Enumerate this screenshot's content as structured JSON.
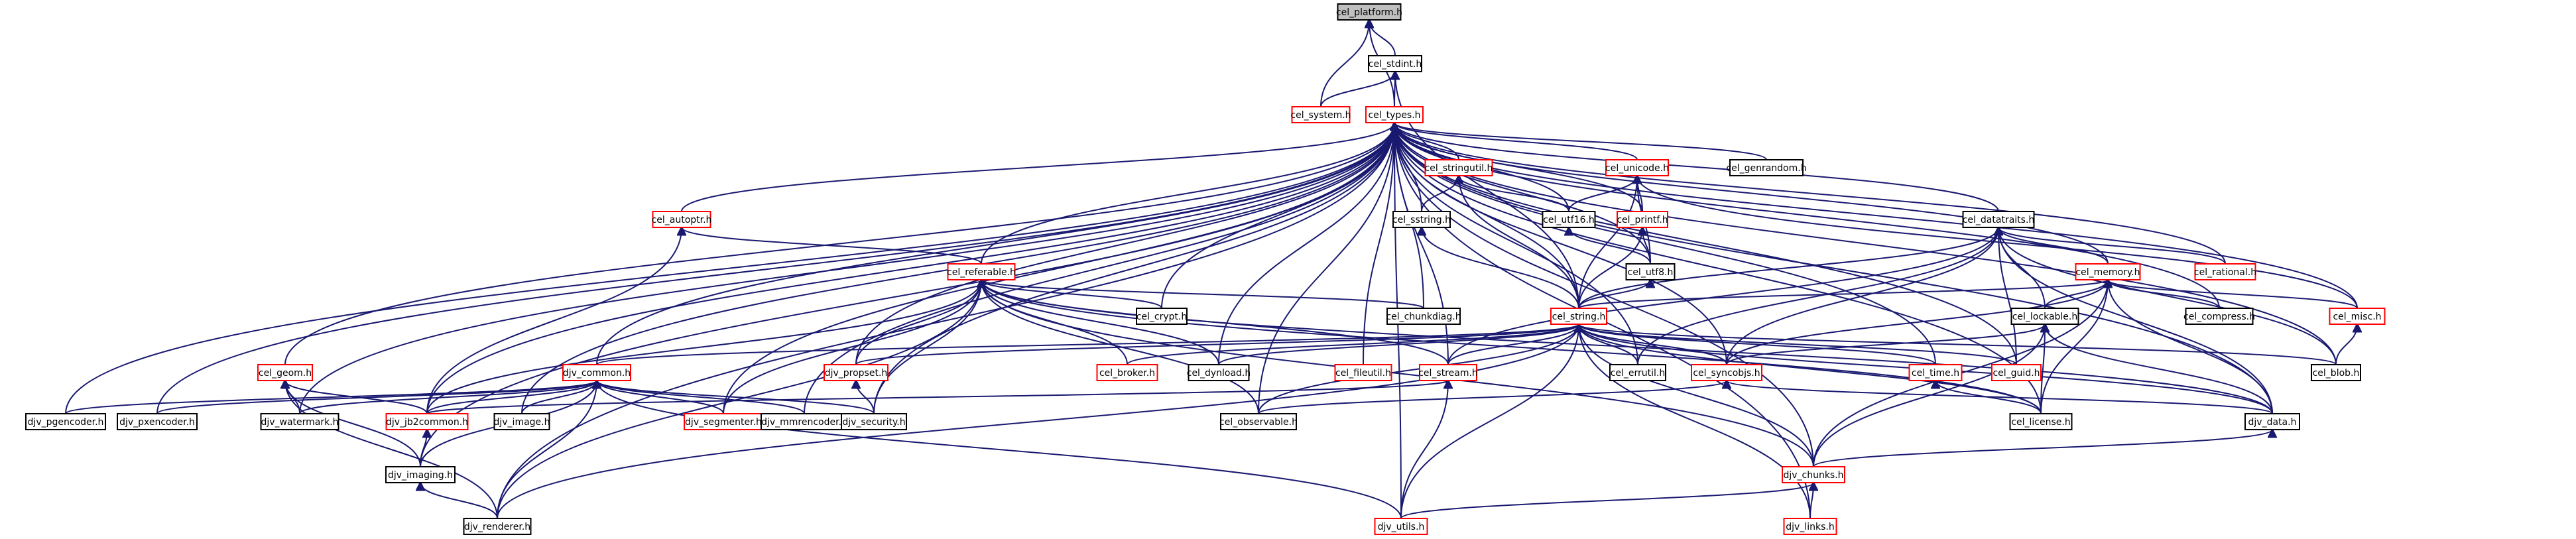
{
  "diagram": {
    "colors": {
      "edge": "#191970",
      "node_border": "#000000",
      "node_border_incomplete": "#ff0000",
      "current_fill": "#bfbfbf",
      "background": "#ffffff"
    },
    "nodes": [
      {
        "id": "cel_platform",
        "label": "cel_platform.h",
        "current": true
      },
      {
        "id": "cel_stdint",
        "label": "cel_stdint.h"
      },
      {
        "id": "cel_system",
        "label": "cel_system.h",
        "incomplete": true
      },
      {
        "id": "cel_types",
        "label": "cel_types.h",
        "incomplete": true
      },
      {
        "id": "cel_stringutil",
        "label": "cel_stringutil.h",
        "incomplete": true
      },
      {
        "id": "cel_unicode",
        "label": "cel_unicode.h",
        "incomplete": true
      },
      {
        "id": "cel_genrandom",
        "label": "cel_genrandom.h"
      },
      {
        "id": "cel_autoptr",
        "label": "cel_autoptr.h",
        "incomplete": true
      },
      {
        "id": "cel_sstring",
        "label": "cel_sstring.h"
      },
      {
        "id": "cel_utf16",
        "label": "cel_utf16.h"
      },
      {
        "id": "cel_printf",
        "label": "cel_printf.h",
        "incomplete": true
      },
      {
        "id": "cel_datatraits",
        "label": "cel_datatraits.h"
      },
      {
        "id": "cel_utf8",
        "label": "cel_utf8.h"
      },
      {
        "id": "cel_rational",
        "label": "cel_rational.h",
        "incomplete": true
      },
      {
        "id": "cel_referable",
        "label": "cel_referable.h",
        "incomplete": true
      },
      {
        "id": "cel_memory",
        "label": "cel_memory.h",
        "incomplete": true
      },
      {
        "id": "cel_crypt",
        "label": "cel_crypt.h"
      },
      {
        "id": "cel_chunkdiag",
        "label": "cel_chunkdiag.h"
      },
      {
        "id": "cel_string",
        "label": "cel_string.h",
        "incomplete": true
      },
      {
        "id": "cel_lockable",
        "label": "cel_lockable.h"
      },
      {
        "id": "cel_compress",
        "label": "cel_compress.h"
      },
      {
        "id": "cel_misc",
        "label": "cel_misc.h",
        "incomplete": true
      },
      {
        "id": "cel_geom",
        "label": "cel_geom.h",
        "incomplete": true
      },
      {
        "id": "djv_common",
        "label": "djv_common.h",
        "incomplete": true
      },
      {
        "id": "djv_propset",
        "label": "djv_propset.h",
        "incomplete": true
      },
      {
        "id": "cel_broker",
        "label": "cel_broker.h",
        "incomplete": true
      },
      {
        "id": "cel_dynload",
        "label": "cel_dynload.h"
      },
      {
        "id": "cel_fileutil",
        "label": "cel_fileutil.h",
        "incomplete": true
      },
      {
        "id": "cel_stream",
        "label": "cel_stream.h",
        "incomplete": true
      },
      {
        "id": "cel_errutil",
        "label": "cel_errutil.h"
      },
      {
        "id": "cel_syncobjs",
        "label": "cel_syncobjs.h",
        "incomplete": true
      },
      {
        "id": "cel_time",
        "label": "cel_time.h",
        "incomplete": true
      },
      {
        "id": "cel_guid",
        "label": "cel_guid.h",
        "incomplete": true
      },
      {
        "id": "cel_blob",
        "label": "cel_blob.h"
      },
      {
        "id": "djv_pgencoder",
        "label": "djv_pgencoder.h"
      },
      {
        "id": "djv_pxencoder",
        "label": "djv_pxencoder.h"
      },
      {
        "id": "djv_watermark",
        "label": "djv_watermark.h"
      },
      {
        "id": "djv_jb2common",
        "label": "djv_jb2common.h",
        "incomplete": true
      },
      {
        "id": "djv_image",
        "label": "djv_image.h"
      },
      {
        "id": "djv_segmenter",
        "label": "djv_segmenter.h",
        "incomplete": true
      },
      {
        "id": "djv_mmrencoder",
        "label": "djv_mmrencoder.h"
      },
      {
        "id": "djv_security",
        "label": "djv_security.h"
      },
      {
        "id": "cel_observable",
        "label": "cel_observable.h"
      },
      {
        "id": "cel_license",
        "label": "cel_license.h"
      },
      {
        "id": "djv_data",
        "label": "djv_data.h"
      },
      {
        "id": "djv_imaging",
        "label": "djv_imaging.h"
      },
      {
        "id": "djv_chunks",
        "label": "djv_chunks.h",
        "incomplete": true
      },
      {
        "id": "djv_renderer",
        "label": "djv_renderer.h"
      },
      {
        "id": "djv_utils",
        "label": "djv_utils.h",
        "incomplete": true
      },
      {
        "id": "djv_links",
        "label": "djv_links.h",
        "incomplete": true
      }
    ],
    "edges": [
      [
        "cel_platform",
        "cel_stdint"
      ],
      [
        "cel_platform",
        "cel_system"
      ],
      [
        "cel_platform",
        "cel_types"
      ],
      [
        "cel_stdint",
        "cel_system"
      ],
      [
        "cel_stdint",
        "cel_types"
      ],
      [
        "cel_stdint",
        "cel_string"
      ],
      [
        "cel_types",
        "cel_stringutil"
      ],
      [
        "cel_types",
        "cel_unicode"
      ],
      [
        "cel_types",
        "cel_genrandom"
      ],
      [
        "cel_types",
        "cel_autoptr"
      ],
      [
        "cel_types",
        "cel_sstring"
      ],
      [
        "cel_types",
        "cel_utf16"
      ],
      [
        "cel_types",
        "cel_printf"
      ],
      [
        "cel_types",
        "cel_datatraits"
      ],
      [
        "cel_types",
        "cel_utf8"
      ],
      [
        "cel_types",
        "cel_rational"
      ],
      [
        "cel_types",
        "cel_referable"
      ],
      [
        "cel_types",
        "cel_memory"
      ],
      [
        "cel_types",
        "cel_crypt"
      ],
      [
        "cel_types",
        "cel_chunkdiag"
      ],
      [
        "cel_types",
        "cel_string"
      ],
      [
        "cel_types",
        "cel_compress"
      ],
      [
        "cel_types",
        "cel_misc"
      ],
      [
        "cel_types",
        "cel_geom"
      ],
      [
        "cel_types",
        "djv_common"
      ],
      [
        "cel_types",
        "djv_propset"
      ],
      [
        "cel_types",
        "cel_dynload"
      ],
      [
        "cel_types",
        "cel_fileutil"
      ],
      [
        "cel_types",
        "cel_stream"
      ],
      [
        "cel_types",
        "cel_errutil"
      ],
      [
        "cel_types",
        "cel_syncobjs"
      ],
      [
        "cel_types",
        "cel_time"
      ],
      [
        "cel_types",
        "cel_guid"
      ],
      [
        "cel_types",
        "cel_blob"
      ],
      [
        "cel_types",
        "djv_pgencoder"
      ],
      [
        "cel_types",
        "djv_pxencoder"
      ],
      [
        "cel_types",
        "djv_watermark"
      ],
      [
        "cel_types",
        "djv_jb2common"
      ],
      [
        "cel_types",
        "djv_image"
      ],
      [
        "cel_types",
        "djv_segmenter"
      ],
      [
        "cel_types",
        "djv_mmrencoder"
      ],
      [
        "cel_types",
        "djv_security"
      ],
      [
        "cel_types",
        "cel_observable"
      ],
      [
        "cel_types",
        "cel_license"
      ],
      [
        "cel_types",
        "djv_data"
      ],
      [
        "cel_types",
        "djv_imaging"
      ],
      [
        "cel_types",
        "djv_chunks"
      ],
      [
        "cel_types",
        "djv_renderer"
      ],
      [
        "cel_types",
        "djv_utils"
      ],
      [
        "cel_types",
        "djv_links"
      ],
      [
        "cel_stringutil",
        "cel_sstring"
      ],
      [
        "cel_stringutil",
        "cel_utf16"
      ],
      [
        "cel_stringutil",
        "cel_string"
      ],
      [
        "cel_unicode",
        "cel_utf16"
      ],
      [
        "cel_unicode",
        "cel_printf"
      ],
      [
        "cel_unicode",
        "cel_utf8"
      ],
      [
        "cel_unicode",
        "cel_string"
      ],
      [
        "cel_unicode",
        "cel_misc"
      ],
      [
        "cel_autoptr",
        "cel_referable"
      ],
      [
        "cel_autoptr",
        "djv_jb2common"
      ],
      [
        "cel_sstring",
        "cel_string"
      ],
      [
        "cel_utf16",
        "cel_utf8"
      ],
      [
        "cel_printf",
        "cel_utf8"
      ],
      [
        "cel_printf",
        "cel_string"
      ],
      [
        "cel_utf8",
        "cel_string"
      ],
      [
        "cel_datatraits",
        "cel_memory"
      ],
      [
        "cel_datatraits",
        "cel_string"
      ],
      [
        "cel_datatraits",
        "cel_lockable"
      ],
      [
        "cel_datatraits",
        "cel_rational"
      ],
      [
        "cel_datatraits",
        "cel_guid"
      ],
      [
        "cel_datatraits",
        "cel_syncobjs"
      ],
      [
        "cel_datatraits",
        "cel_blob"
      ],
      [
        "cel_datatraits",
        "cel_errutil"
      ],
      [
        "cel_datatraits",
        "djv_data"
      ],
      [
        "cel_datatraits",
        "cel_stream"
      ],
      [
        "cel_referable",
        "cel_crypt"
      ],
      [
        "cel_referable",
        "cel_chunkdiag"
      ],
      [
        "cel_referable",
        "djv_propset"
      ],
      [
        "cel_referable",
        "cel_broker"
      ],
      [
        "cel_referable",
        "cel_dynload"
      ],
      [
        "cel_referable",
        "cel_stream"
      ],
      [
        "cel_referable",
        "djv_jb2common"
      ],
      [
        "cel_referable",
        "djv_segmenter"
      ],
      [
        "cel_referable",
        "djv_security"
      ],
      [
        "cel_referable",
        "cel_observable"
      ],
      [
        "cel_referable",
        "cel_license"
      ],
      [
        "cel_referable",
        "djv_data"
      ],
      [
        "cel_referable",
        "djv_chunks"
      ],
      [
        "cel_referable",
        "djv_renderer"
      ],
      [
        "cel_memory",
        "cel_string"
      ],
      [
        "cel_memory",
        "cel_compress"
      ],
      [
        "cel_memory",
        "cel_misc"
      ],
      [
        "cel_memory",
        "cel_lockable"
      ],
      [
        "cel_memory",
        "cel_syncobjs"
      ],
      [
        "cel_memory",
        "djv_data"
      ],
      [
        "cel_memory",
        "djv_chunks"
      ],
      [
        "cel_memory",
        "cel_license"
      ],
      [
        "cel_string",
        "djv_common"
      ],
      [
        "cel_string",
        "djv_propset"
      ],
      [
        "cel_string",
        "cel_broker"
      ],
      [
        "cel_string",
        "cel_dynload"
      ],
      [
        "cel_string",
        "cel_stream"
      ],
      [
        "cel_string",
        "cel_errutil"
      ],
      [
        "cel_string",
        "cel_syncobjs"
      ],
      [
        "cel_string",
        "cel_time"
      ],
      [
        "cel_string",
        "cel_guid"
      ],
      [
        "cel_string",
        "cel_blob"
      ],
      [
        "cel_string",
        "cel_observable"
      ],
      [
        "cel_string",
        "cel_license"
      ],
      [
        "cel_string",
        "djv_data"
      ],
      [
        "cel_string",
        "djv_chunks"
      ],
      [
        "cel_string",
        "djv_renderer"
      ],
      [
        "cel_string",
        "djv_links"
      ],
      [
        "cel_string",
        "djv_utils"
      ],
      [
        "cel_lockable",
        "cel_syncobjs"
      ],
      [
        "cel_lockable",
        "cel_license"
      ],
      [
        "cel_lockable",
        "djv_data"
      ],
      [
        "cel_lockable",
        "djv_chunks"
      ],
      [
        "cel_misc",
        "cel_blob"
      ],
      [
        "cel_geom",
        "djv_watermark"
      ],
      [
        "cel_geom",
        "djv_jb2common"
      ],
      [
        "cel_geom",
        "djv_imaging"
      ],
      [
        "cel_geom",
        "djv_renderer"
      ],
      [
        "djv_common",
        "djv_pgencoder"
      ],
      [
        "djv_common",
        "djv_pxencoder"
      ],
      [
        "djv_common",
        "djv_watermark"
      ],
      [
        "djv_common",
        "djv_jb2common"
      ],
      [
        "djv_common",
        "djv_image"
      ],
      [
        "djv_common",
        "djv_segmenter"
      ],
      [
        "djv_common",
        "djv_mmrencoder"
      ],
      [
        "djv_common",
        "djv_imaging"
      ],
      [
        "djv_common",
        "djv_renderer"
      ],
      [
        "djv_common",
        "djv_utils"
      ],
      [
        "djv_common",
        "djv_security"
      ],
      [
        "djv_propset",
        "djv_security"
      ],
      [
        "cel_stream",
        "djv_jb2common"
      ],
      [
        "cel_stream",
        "djv_utils"
      ],
      [
        "cel_syncobjs",
        "cel_observable"
      ],
      [
        "cel_syncobjs",
        "djv_data"
      ],
      [
        "cel_time",
        "cel_license"
      ],
      [
        "djv_jb2common",
        "djv_imaging"
      ],
      [
        "djv_imaging",
        "djv_renderer"
      ],
      [
        "djv_data",
        "djv_chunks"
      ],
      [
        "djv_chunks",
        "djv_links"
      ],
      [
        "djv_chunks",
        "djv_utils"
      ]
    ]
  }
}
